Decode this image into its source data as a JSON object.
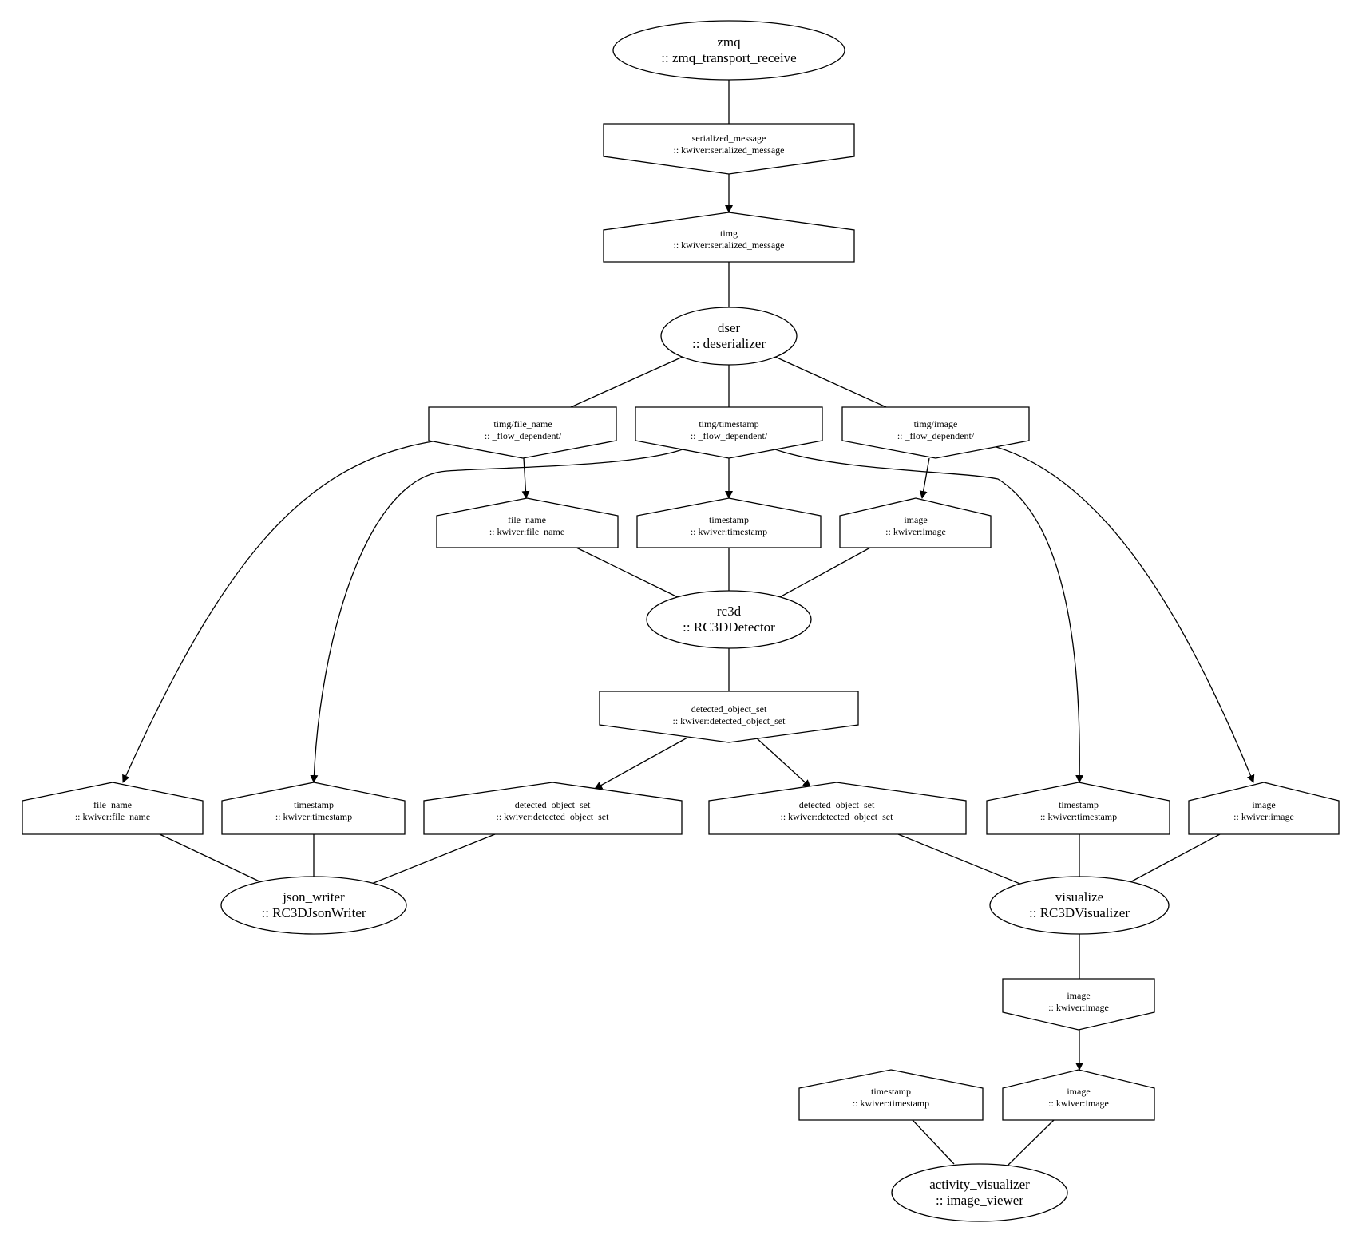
{
  "processes": {
    "zmq": {
      "name": "zmq",
      "type": ":: zmq_transport_receive"
    },
    "dser": {
      "name": "dser",
      "type": ":: deserializer"
    },
    "rc3d": {
      "name": "rc3d",
      "type": ":: RC3DDetector"
    },
    "json_writer": {
      "name": "json_writer",
      "type": ":: RC3DJsonWriter"
    },
    "visualize": {
      "name": "visualize",
      "type": ":: RC3DVisualizer"
    },
    "activity_visualizer": {
      "name": "activity_visualizer",
      "type": ":: image_viewer"
    }
  },
  "ports": {
    "zmq_out": {
      "name": "serialized_message",
      "type": ":: kwiver:serialized_message"
    },
    "dser_in": {
      "name": "timg",
      "type": ":: kwiver:serialized_message"
    },
    "dser_out_file_name": {
      "name": "timg/file_name",
      "type": ":: _flow_dependent/"
    },
    "dser_out_timestamp": {
      "name": "timg/timestamp",
      "type": ":: _flow_dependent/"
    },
    "dser_out_image": {
      "name": "timg/image",
      "type": ":: _flow_dependent/"
    },
    "rc3d_in_file_name": {
      "name": "file_name",
      "type": ":: kwiver:file_name"
    },
    "rc3d_in_timestamp": {
      "name": "timestamp",
      "type": ":: kwiver:timestamp"
    },
    "rc3d_in_image": {
      "name": "image",
      "type": ":: kwiver:image"
    },
    "rc3d_out": {
      "name": "detected_object_set",
      "type": ":: kwiver:detected_object_set"
    },
    "jw_in_file_name": {
      "name": "file_name",
      "type": ":: kwiver:file_name"
    },
    "jw_in_timestamp": {
      "name": "timestamp",
      "type": ":: kwiver:timestamp"
    },
    "jw_in_dos": {
      "name": "detected_object_set",
      "type": ":: kwiver:detected_object_set"
    },
    "vis_in_dos": {
      "name": "detected_object_set",
      "type": ":: kwiver:detected_object_set"
    },
    "vis_in_timestamp": {
      "name": "timestamp",
      "type": ":: kwiver:timestamp"
    },
    "vis_in_image": {
      "name": "image",
      "type": ":: kwiver:image"
    },
    "vis_out_image": {
      "name": "image",
      "type": ":: kwiver:image"
    },
    "av_in_timestamp": {
      "name": "timestamp",
      "type": ":: kwiver:timestamp"
    },
    "av_in_image": {
      "name": "image",
      "type": ":: kwiver:image"
    }
  }
}
